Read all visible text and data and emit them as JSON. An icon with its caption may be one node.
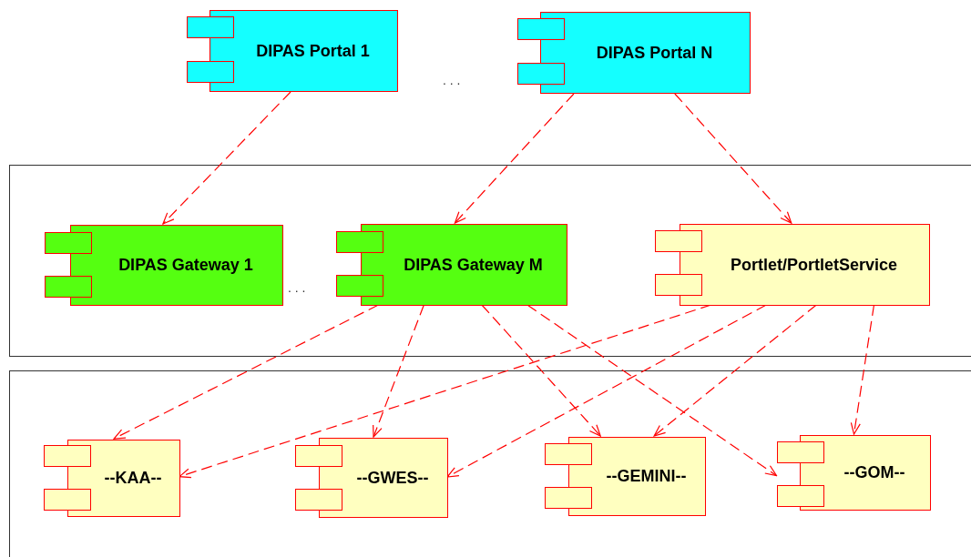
{
  "diagram": {
    "nodes": [
      {
        "text": [
          "DIPAS Portal 1"
        ]
      },
      {
        "text": [
          "DIPAS Portal N"
        ]
      },
      {
        "text": [],
        "shape": "box"
      },
      {
        "text": [
          "DIPAS Gateway 1"
        ],
        "in": 2
      },
      {
        "text": [
          "DIPAS Gateway M"
        ],
        "in": 2
      },
      {
        "text": [
          "Portlet/PortletService"
        ],
        "in": 2
      },
      {
        "text": [],
        "shape": "box"
      },
      {
        "text": [
          "--KAA--"
        ],
        "in": 6
      },
      {
        "text": [
          "--GWES--"
        ],
        "in": 6
      },
      {
        "text": [
          "--GEMINI--"
        ],
        "in": 6
      },
      {
        "text": [
          "--GOM--"
        ],
        "in": 6
      }
    ],
    "edges": [
      {
        "from": 0,
        "to": 3,
        "arrow": "to"
      },
      {
        "from": 1,
        "to": 4,
        "arrow": "to"
      },
      {
        "from": 1,
        "to": 5,
        "arrow": "to"
      },
      {
        "from": 4,
        "to": 7,
        "arrow": "to"
      },
      {
        "from": 4,
        "to": 8,
        "arrow": "to"
      },
      {
        "from": 4,
        "to": 9,
        "arrow": "to"
      },
      {
        "from": 4,
        "to": 10,
        "arrow": "to"
      },
      {
        "from": 5,
        "to": 7,
        "arrow": "to"
      },
      {
        "from": 5,
        "to": 8,
        "arrow": "to"
      },
      {
        "from": 5,
        "to": 9,
        "arrow": "to"
      },
      {
        "from": 5,
        "to": 10,
        "arrow": "to"
      }
    ],
    "labels": [
      ". . .",
      ". . ."
    ]
  }
}
